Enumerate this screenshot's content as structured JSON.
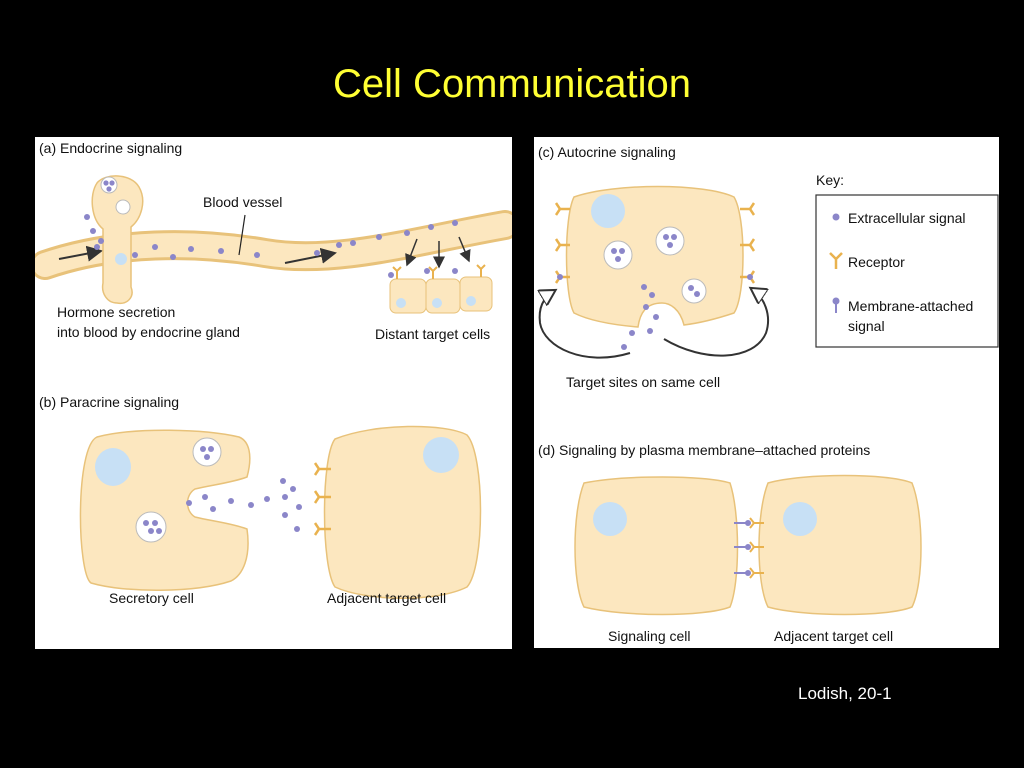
{
  "slide": {
    "title": "Cell Communication",
    "credit": "Lodish, 20-1"
  },
  "colors": {
    "cell_fill": "#fce7bf",
    "cell_stroke": "#e8c27a",
    "nucleus": "#c7e0f5",
    "signal": "#8b86c9",
    "receptor": "#e9b24e",
    "title": "#ffff33"
  },
  "panels": {
    "a": {
      "label": "(a)  Endocrine signaling",
      "blood_vessel": "Blood vessel",
      "gland_caption_1": "Hormone secretion",
      "gland_caption_2": "into blood by endocrine gland",
      "target_caption": "Distant target cells"
    },
    "b": {
      "label": "(b)  Paracrine signaling",
      "secretory_caption": "Secretory cell",
      "target_caption": "Adjacent target cell"
    },
    "c": {
      "label": "(c)  Autocrine signaling",
      "target_caption": "Target sites on same cell"
    },
    "d": {
      "label": "(d)  Signaling by plasma membrane–attached proteins",
      "signaling_caption": "Signaling cell",
      "target_caption": "Adjacent target cell"
    },
    "key": {
      "title": "Key:",
      "item1": "Extracellular signal",
      "item2": "Receptor",
      "item3_line1": "Membrane-attached",
      "item3_line2": "signal"
    }
  }
}
